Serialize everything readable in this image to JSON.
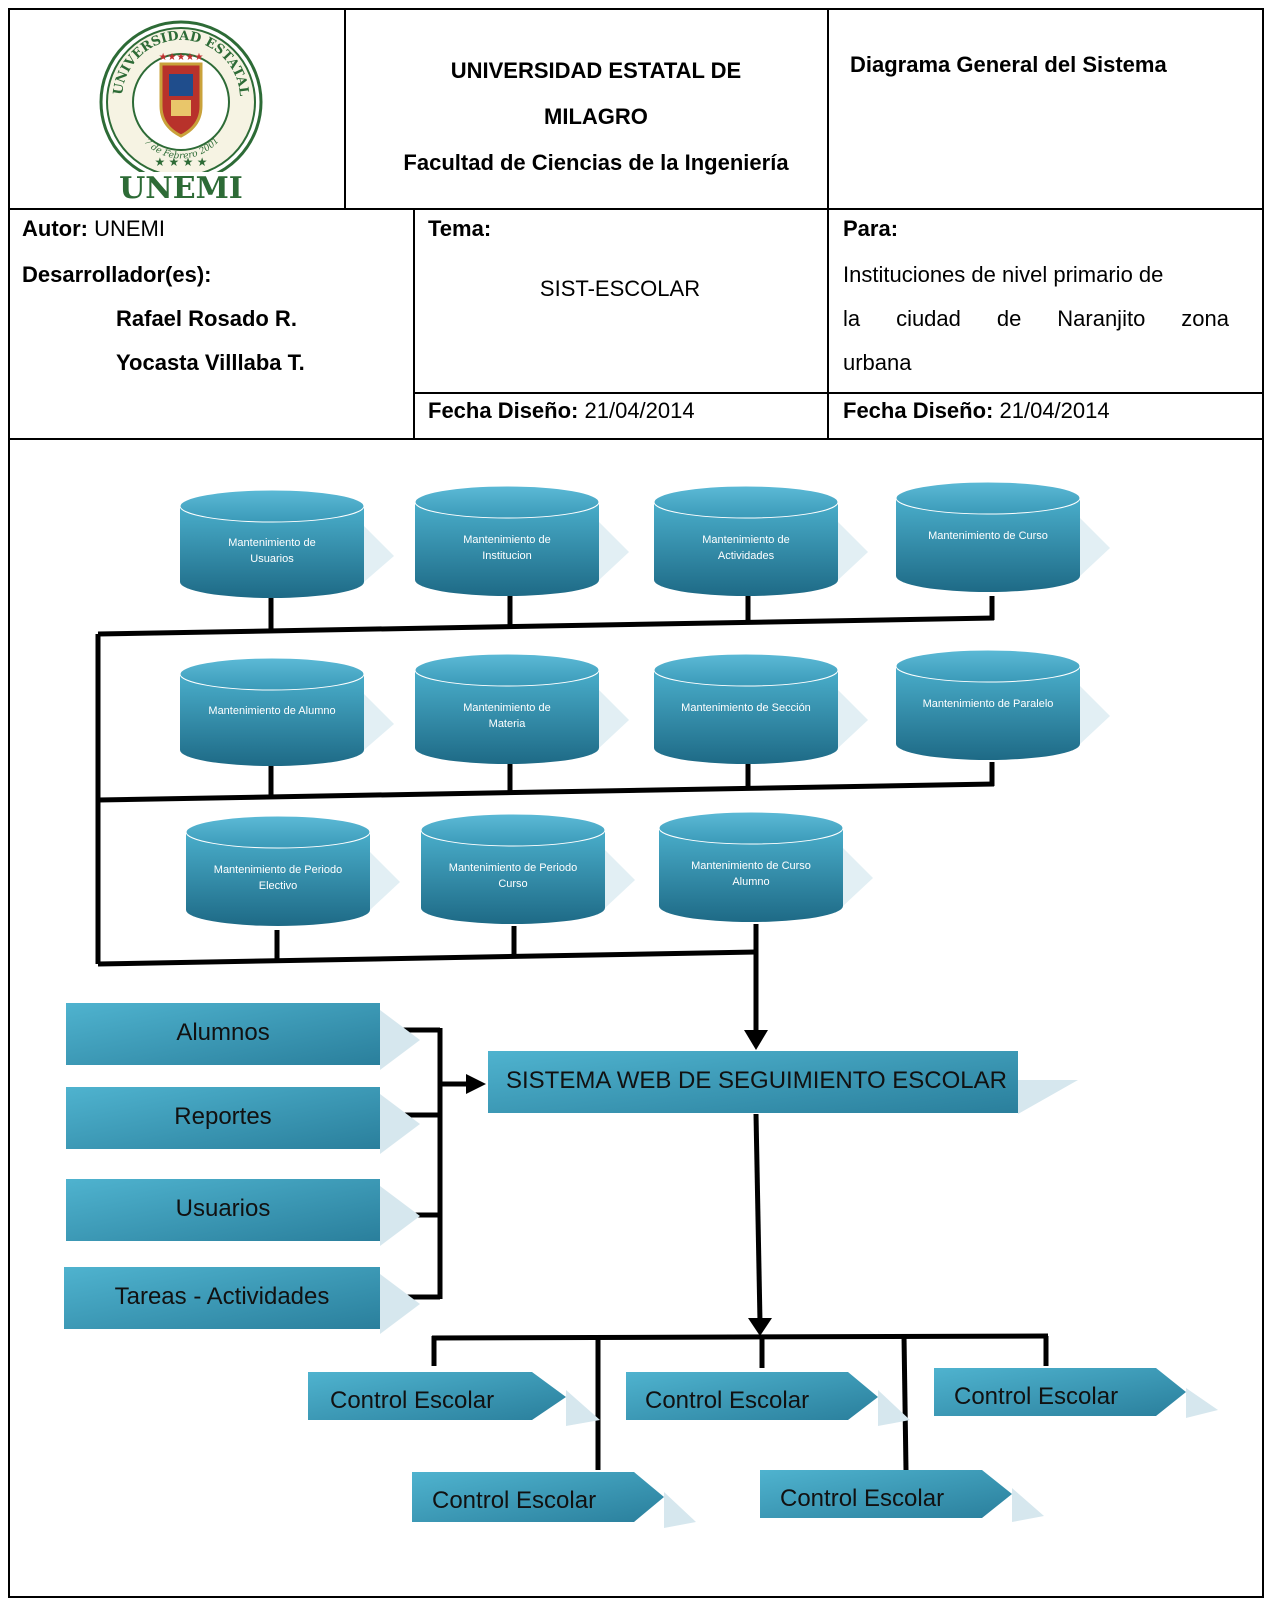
{
  "header": {
    "logo": {
      "ring_text": "UNIVERSIDAD ESTATAL DE MILAGRO",
      "date_text": "7 de Febrero 2001",
      "wordmark": "UNEMI"
    },
    "title_line1": "UNIVERSIDAD ESTATAL DE",
    "title_line2": "MILAGRO",
    "title_line3": "Facultad de Ciencias de la Ingeniería",
    "doc_title": "Diagrama General del Sistema"
  },
  "info": {
    "autor_label": "Autor:",
    "autor_value": "UNEMI",
    "dev_label": "Desarrollador(es):",
    "dev1": "Rafael Rosado R.",
    "dev2": "Yocasta Villlaba T.",
    "tema_label": "Tema:",
    "tema_value": "SIST-ESCOLAR",
    "para_label": "Para:",
    "para_line1": "Instituciones de nivel primario de",
    "para_line2_words": [
      "la",
      "ciudad",
      "de",
      "Naranjito",
      "zona"
    ],
    "para_line3": "urbana",
    "fecha1_label": "Fecha Diseño:",
    "fecha1_value": "21/04/2014",
    "fecha2_label": "Fecha Diseño:",
    "fecha2_value": "21/04/2014"
  },
  "diagram": {
    "databases": [
      {
        "line1": "Mantenimiento de",
        "line2": "Usuarios"
      },
      {
        "line1": "Mantenimiento de",
        "line2": "Institucion"
      },
      {
        "line1": "Mantenimiento de",
        "line2": "Actividades"
      },
      {
        "line1": "Mantenimiento de Curso",
        "line2": ""
      },
      {
        "line1": "Mantenimiento de Alumno",
        "line2": ""
      },
      {
        "line1": "Mantenimiento  de",
        "line2": "Materia"
      },
      {
        "line1": "Mantenimiento de Sección",
        "line2": ""
      },
      {
        "line1": "Mantenimiento de Paralelo",
        "line2": ""
      },
      {
        "line1": "Mantenimiento de Periodo",
        "line2": "Electivo"
      },
      {
        "line1": "Mantenimiento de Periodo",
        "line2": "Curso"
      },
      {
        "line1": "Mantenimiento de Curso",
        "line2": "Alumno"
      }
    ],
    "inputs": [
      "Alumnos",
      "Reportes",
      "Usuarios",
      "Tareas - Actividades"
    ],
    "system": "SISTEMA WEB DE SEGUIMIENTO ESCOLAR",
    "outputs": [
      "Control Escolar",
      "Control Escolar",
      "Control Escolar",
      "Control Escolar",
      "Control Escolar"
    ],
    "colors": {
      "box_top": "#4aaecb",
      "box_bottom": "#1e6a86",
      "line": "#000000",
      "shadow": "#d6e7ee"
    }
  }
}
